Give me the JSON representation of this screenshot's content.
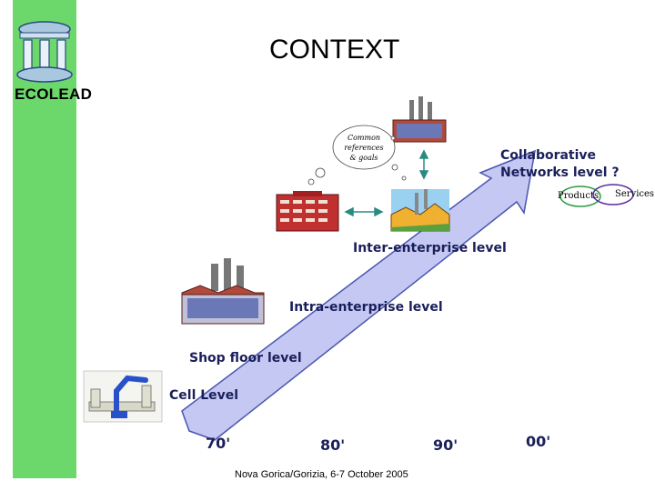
{
  "slide": {
    "title": "CONTEXT",
    "brand": "ECOLEAD",
    "footer": "Nova Gorica/Gorizia, 6-7 October 2005"
  },
  "levels": {
    "cell": "Cell Level",
    "shop_floor": "Shop floor level",
    "intra": "Intra-enterprise level",
    "inter": "Inter-enterprise level",
    "collab_line1": "Collaborative",
    "collab_line2": "Networks level ?"
  },
  "decades": [
    "70'",
    "80'",
    "90'",
    "00'"
  ],
  "cloud": {
    "line1": "Common",
    "line2": "references",
    "line3": "& goals"
  },
  "venn": {
    "left": "Products",
    "right": "Services"
  },
  "colors": {
    "sidebar_green": "#6cd86c",
    "arrow_fill": "#c4c8f2",
    "arrow_stroke": "#4a55b0",
    "label_color": "#1a1f5a"
  }
}
